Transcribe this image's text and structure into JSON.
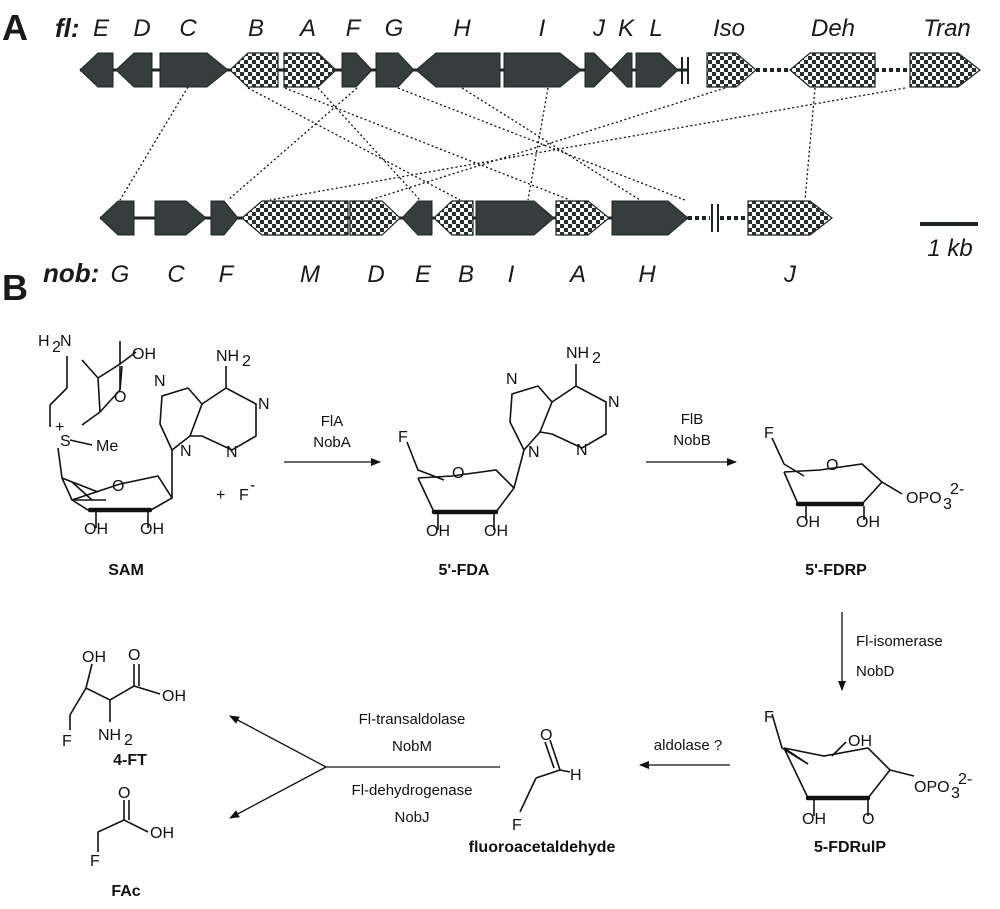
{
  "panels": {
    "a": "A",
    "b": "B"
  },
  "fl_cluster": {
    "label": "fl:",
    "genes": [
      "E",
      "D",
      "C",
      "B",
      "A",
      "F",
      "G",
      "H",
      "I",
      "J",
      "K",
      "L",
      "Iso",
      "Deh",
      "Tran"
    ]
  },
  "nob_cluster": {
    "label": "nob:",
    "genes": [
      "G",
      "C",
      "F",
      "M",
      "D",
      "E",
      "B",
      "I",
      "A",
      "H",
      "J"
    ]
  },
  "scale_bar": {
    "label": "1 kb"
  },
  "compounds": {
    "sam": "SAM",
    "fda": "5'-FDA",
    "fdrp": "5'-FDRP",
    "fdrulp": "5-FDRulP",
    "fluoroacetaldehyde": "fluoroacetaldehyde",
    "ft": "4-FT",
    "fac": "FAc",
    "fluoride": "F",
    "fluoride_charge": "-",
    "plus": "+"
  },
  "enzymes": {
    "step1": [
      "FlA",
      "NobA"
    ],
    "step2": [
      "FlB",
      "NobB"
    ],
    "step3": [
      "Fl-isomerase",
      "NobD"
    ],
    "step4": [
      "aldolase ?"
    ],
    "step5a": [
      "Fl-transaldolase",
      "NobM"
    ],
    "step5b": [
      "Fl-dehydrogenase",
      "NobJ"
    ]
  },
  "atoms": {
    "nh2": "NH",
    "h2n": "H",
    "oh": "OH",
    "n": "N",
    "o": "O",
    "f": "F",
    "me": "Me",
    "s": "S",
    "h": "H",
    "opo3": "OPO",
    "sub2": "2",
    "sub3": "3",
    "charge2m": "2-",
    "plus": "+"
  }
}
